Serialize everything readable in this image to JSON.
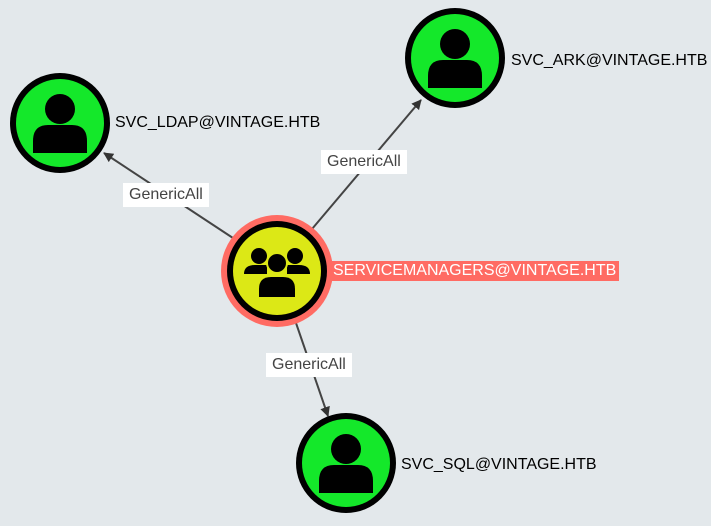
{
  "nodes": {
    "group": {
      "label": "SERVICEMANAGERS@VINTAGE.HTB",
      "icon": "group-icon",
      "color": "#dce816",
      "selected_color": "#ff6b63"
    },
    "ldap": {
      "label": "SVC_LDAP@VINTAGE.HTB",
      "icon": "user-icon",
      "color": "#14e82a"
    },
    "ark": {
      "label": "SVC_ARK@VINTAGE.HTB",
      "icon": "user-icon",
      "color": "#14e82a"
    },
    "sql": {
      "label": "SVC_SQL@VINTAGE.HTB",
      "icon": "user-icon",
      "color": "#14e82a"
    }
  },
  "edges": [
    {
      "from": "group",
      "to": "ldap",
      "label": "GenericAll"
    },
    {
      "from": "group",
      "to": "ark",
      "label": "GenericAll"
    },
    {
      "from": "group",
      "to": "sql",
      "label": "GenericAll"
    }
  ]
}
